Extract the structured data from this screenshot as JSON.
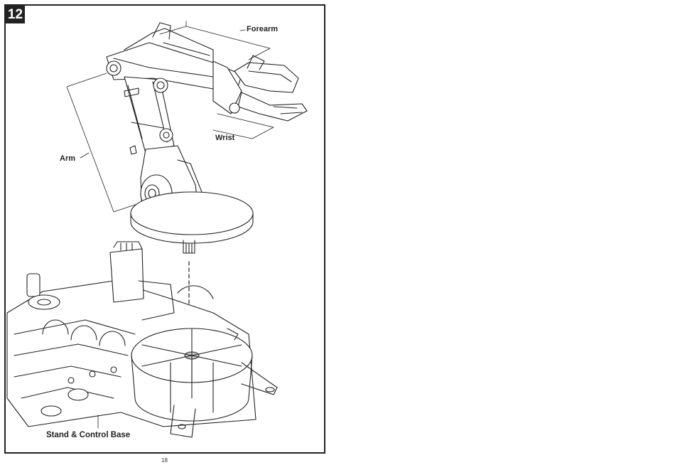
{
  "step": {
    "number": "12"
  },
  "labels": {
    "forearm": "Forearm",
    "wrist": "Wrist",
    "arm": "Arm",
    "base": "Stand & Control Base"
  },
  "footer": {
    "page_number": "18"
  }
}
